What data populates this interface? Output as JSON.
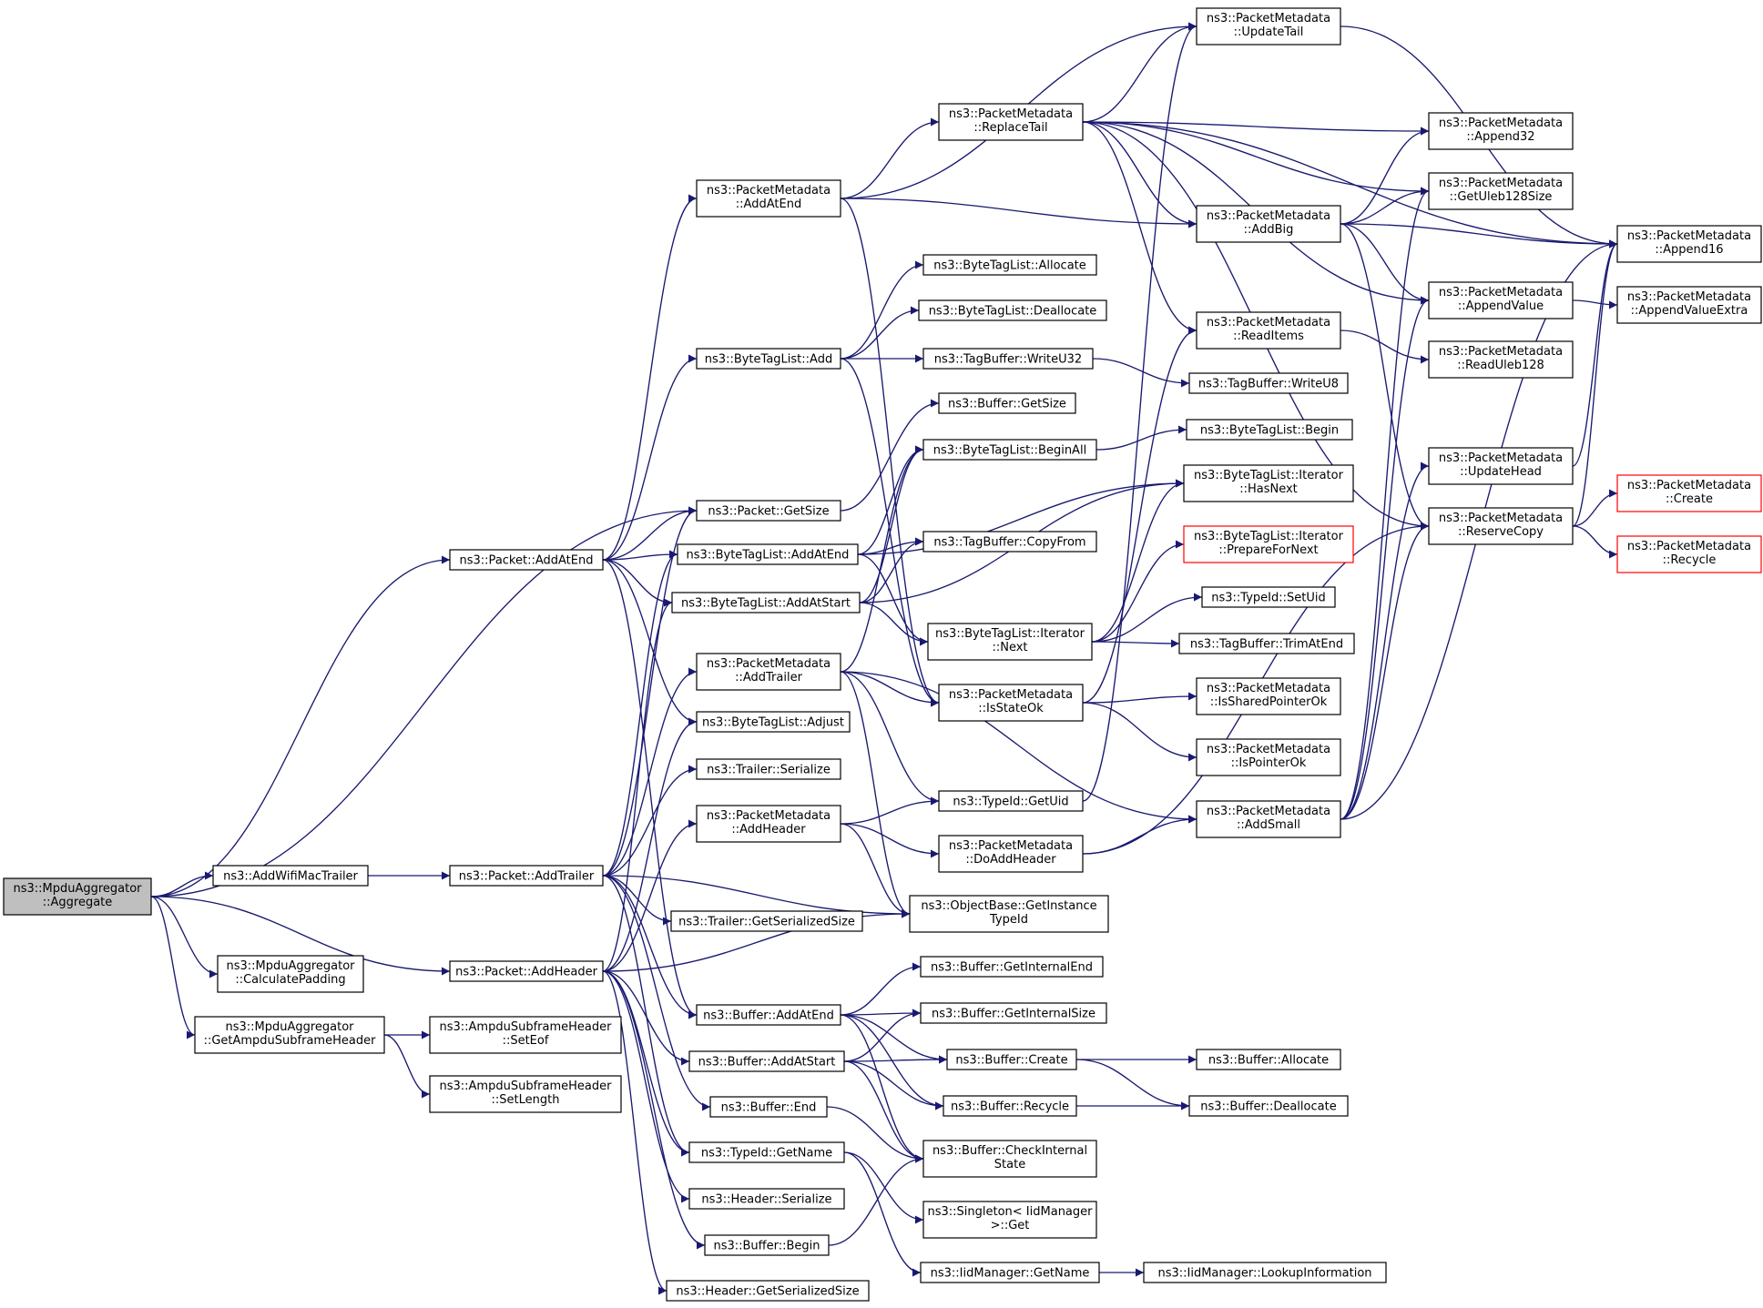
{
  "nodes": [
    {
      "id": "aggregate",
      "lines": [
        "ns3::MpduAggregator",
        "::Aggregate"
      ],
      "root": true
    },
    {
      "id": "addWifiMacTrailer",
      "lines": [
        "ns3::AddWifiMacTrailer"
      ]
    },
    {
      "id": "calcPadding",
      "lines": [
        "ns3::MpduAggregator",
        "::CalculatePadding"
      ]
    },
    {
      "id": "getAmpduHdr",
      "lines": [
        "ns3::MpduAggregator",
        "::GetAmpduSubframeHeader"
      ]
    },
    {
      "id": "pktAddAtEnd",
      "lines": [
        "ns3::Packet::AddAtEnd"
      ]
    },
    {
      "id": "pktAddTrailer",
      "lines": [
        "ns3::Packet::AddTrailer"
      ]
    },
    {
      "id": "pktAddHeader",
      "lines": [
        "ns3::Packet::AddHeader"
      ]
    },
    {
      "id": "setEof",
      "lines": [
        "ns3::AmpduSubframeHeader",
        "::SetEof"
      ]
    },
    {
      "id": "setLength",
      "lines": [
        "ns3::AmpduSubframeHeader",
        "::SetLength"
      ]
    },
    {
      "id": "pmAddAtEnd",
      "lines": [
        "ns3::PacketMetadata",
        "::AddAtEnd"
      ]
    },
    {
      "id": "btlAdd",
      "lines": [
        "ns3::ByteTagList::Add"
      ]
    },
    {
      "id": "pktGetSize",
      "lines": [
        "ns3::Packet::GetSize"
      ]
    },
    {
      "id": "btlAddAtEnd",
      "lines": [
        "ns3::ByteTagList::AddAtEnd"
      ]
    },
    {
      "id": "btlAddAtStart",
      "lines": [
        "ns3::ByteTagList::AddAtStart"
      ]
    },
    {
      "id": "pmAddTrailer",
      "lines": [
        "ns3::PacketMetadata",
        "::AddTrailer"
      ]
    },
    {
      "id": "btlAdjust",
      "lines": [
        "ns3::ByteTagList::Adjust"
      ]
    },
    {
      "id": "trailerSerialize",
      "lines": [
        "ns3::Trailer::Serialize"
      ]
    },
    {
      "id": "pmAddHeader",
      "lines": [
        "ns3::PacketMetadata",
        "::AddHeader"
      ]
    },
    {
      "id": "trailerGetSerSize",
      "lines": [
        "ns3::Trailer::GetSerializedSize"
      ]
    },
    {
      "id": "bufAddAtEnd",
      "lines": [
        "ns3::Buffer::AddAtEnd"
      ]
    },
    {
      "id": "bufAddAtStart",
      "lines": [
        "ns3::Buffer::AddAtStart"
      ]
    },
    {
      "id": "bufEnd",
      "lines": [
        "ns3::Buffer::End"
      ]
    },
    {
      "id": "typeIdGetName",
      "lines": [
        "ns3::TypeId::GetName"
      ]
    },
    {
      "id": "headerSerialize",
      "lines": [
        "ns3::Header::Serialize"
      ]
    },
    {
      "id": "bufBegin",
      "lines": [
        "ns3::Buffer::Begin"
      ]
    },
    {
      "id": "headerGetSerSize",
      "lines": [
        "ns3::Header::GetSerializedSize"
      ]
    },
    {
      "id": "pmReplaceTail",
      "lines": [
        "ns3::PacketMetadata",
        "::ReplaceTail"
      ]
    },
    {
      "id": "btlAllocate",
      "lines": [
        "ns3::ByteTagList::Allocate"
      ]
    },
    {
      "id": "btlDeallocate",
      "lines": [
        "ns3::ByteTagList::Deallocate"
      ]
    },
    {
      "id": "tbWriteU32",
      "lines": [
        "ns3::TagBuffer::WriteU32"
      ]
    },
    {
      "id": "bufGetSize",
      "lines": [
        "ns3::Buffer::GetSize"
      ]
    },
    {
      "id": "btlBeginAll",
      "lines": [
        "ns3::ByteTagList::BeginAll"
      ]
    },
    {
      "id": "tbCopyFrom",
      "lines": [
        "ns3::TagBuffer::CopyFrom"
      ]
    },
    {
      "id": "btlIterNext",
      "lines": [
        "ns3::ByteTagList::Iterator",
        "::Next"
      ]
    },
    {
      "id": "pmIsStateOk",
      "lines": [
        "ns3::PacketMetadata",
        "::IsStateOk"
      ]
    },
    {
      "id": "typeIdGetUid",
      "lines": [
        "ns3::TypeId::GetUid"
      ]
    },
    {
      "id": "pmDoAddHeader",
      "lines": [
        "ns3::PacketMetadata",
        "::DoAddHeader"
      ]
    },
    {
      "id": "objGetInstTypeId",
      "lines": [
        "ns3::ObjectBase::GetInstance",
        "TypeId"
      ]
    },
    {
      "id": "bufGetInternalEnd",
      "lines": [
        "ns3::Buffer::GetInternalEnd"
      ]
    },
    {
      "id": "bufGetInternalSize",
      "lines": [
        "ns3::Buffer::GetInternalSize"
      ]
    },
    {
      "id": "bufCreate",
      "lines": [
        "ns3::Buffer::Create"
      ]
    },
    {
      "id": "bufRecycle",
      "lines": [
        "ns3::Buffer::Recycle"
      ]
    },
    {
      "id": "bufCheckInternal",
      "lines": [
        "ns3::Buffer::CheckInternal",
        "State"
      ]
    },
    {
      "id": "singletonGet",
      "lines": [
        "ns3::Singleton< IidManager",
        "  >::Get"
      ]
    },
    {
      "id": "iidGetName",
      "lines": [
        "ns3::IidManager::GetName"
      ]
    },
    {
      "id": "pmUpdateTail",
      "lines": [
        "ns3::PacketMetadata",
        "::UpdateTail"
      ]
    },
    {
      "id": "pmAddBig",
      "lines": [
        "ns3::PacketMetadata",
        "::AddBig"
      ]
    },
    {
      "id": "pmReadItems",
      "lines": [
        "ns3::PacketMetadata",
        "::ReadItems"
      ]
    },
    {
      "id": "tbWriteU8",
      "lines": [
        "ns3::TagBuffer::WriteU8"
      ]
    },
    {
      "id": "btlBegin",
      "lines": [
        "ns3::ByteTagList::Begin"
      ]
    },
    {
      "id": "btlIterHasNext",
      "lines": [
        "ns3::ByteTagList::Iterator",
        "::HasNext"
      ]
    },
    {
      "id": "btlIterPrepare",
      "lines": [
        "ns3::ByteTagList::Iterator",
        "::PrepareForNext"
      ],
      "truncated": true
    },
    {
      "id": "typeIdSetUid",
      "lines": [
        "ns3::TypeId::SetUid"
      ]
    },
    {
      "id": "tbTrimAtEnd",
      "lines": [
        "ns3::TagBuffer::TrimAtEnd"
      ]
    },
    {
      "id": "pmIsSharedPtrOk",
      "lines": [
        "ns3::PacketMetadata",
        "::IsSharedPointerOk"
      ]
    },
    {
      "id": "pmIsPointerOk",
      "lines": [
        "ns3::PacketMetadata",
        "::IsPointerOk"
      ]
    },
    {
      "id": "pmAddSmall",
      "lines": [
        "ns3::PacketMetadata",
        "::AddSmall"
      ]
    },
    {
      "id": "bufAllocate",
      "lines": [
        "ns3::Buffer::Allocate"
      ]
    },
    {
      "id": "bufDeallocate",
      "lines": [
        "ns3::Buffer::Deallocate"
      ]
    },
    {
      "id": "iidLookupInfo",
      "lines": [
        "ns3::IidManager::LookupInformation"
      ]
    },
    {
      "id": "pmAppend32",
      "lines": [
        "ns3::PacketMetadata",
        "::Append32"
      ]
    },
    {
      "id": "pmGetUleb128Size",
      "lines": [
        "ns3::PacketMetadata",
        "::GetUleb128Size"
      ]
    },
    {
      "id": "pmAppendValue",
      "lines": [
        "ns3::PacketMetadata",
        "::AppendValue"
      ]
    },
    {
      "id": "pmReadUleb128",
      "lines": [
        "ns3::PacketMetadata",
        "::ReadUleb128"
      ]
    },
    {
      "id": "pmUpdateHead",
      "lines": [
        "ns3::PacketMetadata",
        "::UpdateHead"
      ]
    },
    {
      "id": "pmReserveCopy",
      "lines": [
        "ns3::PacketMetadata",
        "::ReserveCopy"
      ]
    },
    {
      "id": "pmAppend16",
      "lines": [
        "ns3::PacketMetadata",
        "::Append16"
      ]
    },
    {
      "id": "pmAppendValueExtra",
      "lines": [
        "ns3::PacketMetadata",
        "::AppendValueExtra"
      ]
    },
    {
      "id": "pmCreate",
      "lines": [
        "ns3::PacketMetadata",
        "::Create"
      ],
      "truncated": true
    },
    {
      "id": "pmRecycle",
      "lines": [
        "ns3::PacketMetadata",
        "::Recycle"
      ],
      "truncated": true
    }
  ],
  "edges": [
    [
      "aggregate",
      "addWifiMacTrailer"
    ],
    [
      "aggregate",
      "calcPadding"
    ],
    [
      "aggregate",
      "getAmpduHdr"
    ],
    [
      "aggregate",
      "pktAddAtEnd"
    ],
    [
      "aggregate",
      "pktAddHeader"
    ],
    [
      "aggregate",
      "pktGetSize"
    ],
    [
      "addWifiMacTrailer",
      "pktAddTrailer"
    ],
    [
      "getAmpduHdr",
      "setEof"
    ],
    [
      "getAmpduHdr",
      "setLength"
    ],
    [
      "pktAddAtEnd",
      "pmAddAtEnd"
    ],
    [
      "pktAddAtEnd",
      "btlAdd"
    ],
    [
      "pktAddAtEnd",
      "pktGetSize"
    ],
    [
      "pktAddAtEnd",
      "btlAddAtEnd"
    ],
    [
      "pktAddAtEnd",
      "btlAddAtStart"
    ],
    [
      "pktAddAtEnd",
      "btlAdjust"
    ],
    [
      "pktAddAtEnd",
      "bufAddAtEnd"
    ],
    [
      "pktAddTrailer",
      "pktGetSize"
    ],
    [
      "pktAddTrailer",
      "btlAddAtEnd"
    ],
    [
      "pktAddTrailer",
      "pmAddTrailer"
    ],
    [
      "pktAddTrailer",
      "trailerSerialize"
    ],
    [
      "pktAddTrailer",
      "trailerGetSerSize"
    ],
    [
      "pktAddTrailer",
      "objGetInstTypeId"
    ],
    [
      "pktAddTrailer",
      "bufAddAtEnd"
    ],
    [
      "pktAddTrailer",
      "typeIdGetName"
    ],
    [
      "pktAddTrailer",
      "bufEnd"
    ],
    [
      "pktAddHeader",
      "btlAddAtStart"
    ],
    [
      "pktAddHeader",
      "btlAdjust"
    ],
    [
      "pktAddHeader",
      "pmAddHeader"
    ],
    [
      "pktAddHeader",
      "objGetInstTypeId"
    ],
    [
      "pktAddHeader",
      "bufAddAtStart"
    ],
    [
      "pktAddHeader",
      "typeIdGetName"
    ],
    [
      "pktAddHeader",
      "headerSerialize"
    ],
    [
      "pktAddHeader",
      "bufBegin"
    ],
    [
      "pktAddHeader",
      "headerGetSerSize"
    ],
    [
      "pmAddAtEnd",
      "pmReplaceTail"
    ],
    [
      "pmAddAtEnd",
      "pmUpdateTail"
    ],
    [
      "pmAddAtEnd",
      "pmAddBig"
    ],
    [
      "pmAddAtEnd",
      "pmIsStateOk"
    ],
    [
      "btlAdd",
      "btlAllocate"
    ],
    [
      "btlAdd",
      "btlDeallocate"
    ],
    [
      "btlAdd",
      "tbWriteU32"
    ],
    [
      "btlAdd",
      "pmIsStateOk"
    ],
    [
      "pktGetSize",
      "bufGetSize"
    ],
    [
      "btlAddAtEnd",
      "btlBeginAll"
    ],
    [
      "btlAddAtEnd",
      "tbCopyFrom"
    ],
    [
      "btlAddAtEnd",
      "btlIterNext"
    ],
    [
      "btlAddAtEnd",
      "btlIterHasNext"
    ],
    [
      "btlAddAtStart",
      "btlBeginAll"
    ],
    [
      "btlAddAtStart",
      "tbCopyFrom"
    ],
    [
      "btlAddAtStart",
      "btlIterNext"
    ],
    [
      "btlAddAtStart",
      "btlIterHasNext"
    ],
    [
      "pmAddTrailer",
      "pmIsStateOk"
    ],
    [
      "pmAddTrailer",
      "typeIdGetUid"
    ],
    [
      "pmAddTrailer",
      "objGetInstTypeId"
    ],
    [
      "pmAddTrailer",
      "pmAddSmall"
    ],
    [
      "pmAddTrailer",
      "btlBeginAll"
    ],
    [
      "pmAddHeader",
      "typeIdGetUid"
    ],
    [
      "pmAddHeader",
      "pmDoAddHeader"
    ],
    [
      "pmAddHeader",
      "objGetInstTypeId"
    ],
    [
      "pmDoAddHeader",
      "pmAddSmall"
    ],
    [
      "pmDoAddHeader",
      "pmReserveCopy"
    ],
    [
      "bufAddAtEnd",
      "bufGetInternalEnd"
    ],
    [
      "bufAddAtEnd",
      "bufGetInternalSize"
    ],
    [
      "bufAddAtEnd",
      "bufCreate"
    ],
    [
      "bufAddAtEnd",
      "bufRecycle"
    ],
    [
      "bufAddAtEnd",
      "bufCheckInternal"
    ],
    [
      "bufAddAtStart",
      "bufGetInternalSize"
    ],
    [
      "bufAddAtStart",
      "bufCreate"
    ],
    [
      "bufAddAtStart",
      "bufRecycle"
    ],
    [
      "bufAddAtStart",
      "bufCheckInternal"
    ],
    [
      "bufEnd",
      "bufCheckInternal"
    ],
    [
      "bufBegin",
      "bufCheckInternal"
    ],
    [
      "typeIdGetName",
      "singletonGet"
    ],
    [
      "typeIdGetName",
      "iidGetName"
    ],
    [
      "iidGetName",
      "iidLookupInfo"
    ],
    [
      "bufCreate",
      "bufAllocate"
    ],
    [
      "bufCreate",
      "bufDeallocate"
    ],
    [
      "bufRecycle",
      "bufDeallocate"
    ],
    [
      "tbWriteU32",
      "tbWriteU8"
    ],
    [
      "btlBeginAll",
      "btlBegin"
    ],
    [
      "btlIterNext",
      "btlIterHasNext"
    ],
    [
      "btlIterNext",
      "btlIterPrepare"
    ],
    [
      "btlIterNext",
      "typeIdSetUid"
    ],
    [
      "btlIterNext",
      "tbTrimAtEnd"
    ],
    [
      "pmIsStateOk",
      "pmIsSharedPtrOk"
    ],
    [
      "pmIsStateOk",
      "pmIsPointerOk"
    ],
    [
      "pmIsStateOk",
      "pmReadItems"
    ],
    [
      "pmReplaceTail",
      "pmUpdateTail"
    ],
    [
      "pmReplaceTail",
      "pmAddBig"
    ],
    [
      "pmReplaceTail",
      "pmReadItems"
    ],
    [
      "pmReplaceTail",
      "pmAppend32"
    ],
    [
      "pmReplaceTail",
      "pmGetUleb128Size"
    ],
    [
      "pmReplaceTail",
      "pmAppendValue"
    ],
    [
      "pmReplaceTail",
      "pmAppend16"
    ],
    [
      "pmReplaceTail",
      "pmReserveCopy"
    ],
    [
      "pmAddBig",
      "pmAppend32"
    ],
    [
      "pmAddBig",
      "pmGetUleb128Size"
    ],
    [
      "pmAddBig",
      "pmAppendValue"
    ],
    [
      "pmAddBig",
      "pmAppend16"
    ],
    [
      "pmAddBig",
      "pmReserveCopy"
    ],
    [
      "pmReadItems",
      "pmReadUleb128"
    ],
    [
      "pmAddSmall",
      "pmGetUleb128Size"
    ],
    [
      "pmAddSmall",
      "pmAppendValue"
    ],
    [
      "pmAddSmall",
      "pmUpdateHead"
    ],
    [
      "pmAddSmall",
      "pmReserveCopy"
    ],
    [
      "pmAddSmall",
      "pmAppend16"
    ],
    [
      "pmAppendValue",
      "pmAppendValueExtra"
    ],
    [
      "pmUpdateHead",
      "pmAppend16"
    ],
    [
      "pmReserveCopy",
      "pmCreate"
    ],
    [
      "pmReserveCopy",
      "pmRecycle"
    ],
    [
      "pmReserveCopy",
      "pmAppend16"
    ],
    [
      "pmUpdateTail",
      "pmAppend16"
    ],
    [
      "typeIdGetUid",
      "pmUpdateTail"
    ]
  ]
}
